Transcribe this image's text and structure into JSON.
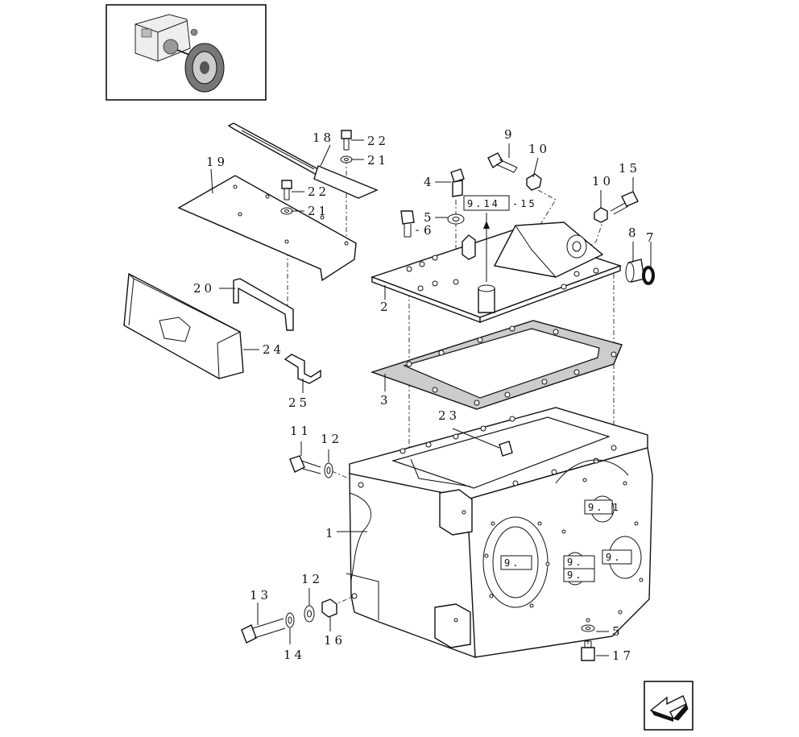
{
  "callouts": {
    "c1": "1",
    "c2": "2",
    "c3": "3",
    "c4": "4",
    "c5a": "5",
    "c5b": "5",
    "c6": "6",
    "c7": "7",
    "c8": "8",
    "c9": "9",
    "c10a": "10",
    "c10b": "10",
    "c11": "11",
    "c12a": "12",
    "c12b": "12",
    "c13": "13",
    "c14": "14",
    "c15": "15",
    "c16": "16",
    "c17": "17",
    "c18": "18",
    "c19": "19",
    "c20": "20",
    "c21a": "21",
    "c21b": "21",
    "c22a": "22",
    "c22b": "22",
    "c23": "23",
    "c24": "24",
    "c25": "25"
  },
  "references": {
    "ref_top": "9.14",
    "ref_top_suffix": "-15",
    "ref_r1": "9. 1",
    "ref_left": "9.",
    "ref_mid1": "9.",
    "ref_mid2": "9.",
    "ref_r2": "9."
  },
  "icons": {
    "thumbnail": "tractor-transmission-thumbnail",
    "nav": "next-page-arrow-icon"
  }
}
